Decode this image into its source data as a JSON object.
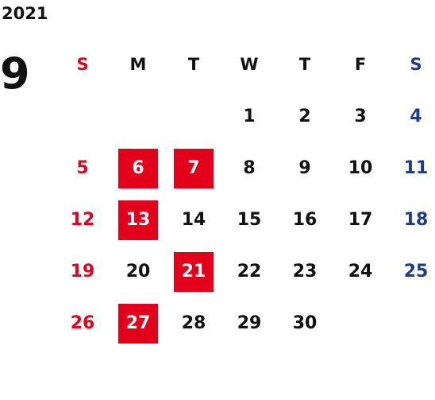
{
  "year": "2021",
  "month": "9",
  "weekdays": [
    "S",
    "M",
    "T",
    "W",
    "T",
    "F",
    "S"
  ],
  "weeks": [
    [
      "",
      "",
      "",
      "1",
      "2",
      "3",
      "4"
    ],
    [
      "5",
      "6",
      "7",
      "8",
      "9",
      "10",
      "11"
    ],
    [
      "12",
      "13",
      "14",
      "15",
      "16",
      "17",
      "18"
    ],
    [
      "19",
      "20",
      "21",
      "22",
      "23",
      "24",
      "25"
    ],
    [
      "26",
      "27",
      "28",
      "29",
      "30",
      "",
      ""
    ]
  ],
  "highlighted_days": [
    "6",
    "7",
    "13",
    "21",
    "27"
  ],
  "colors": {
    "sunday": "#e2001a",
    "saturday": "#1d3a8f",
    "highlight": "#e2001a",
    "highlight_text": "#ffffff",
    "text": "#111111"
  }
}
